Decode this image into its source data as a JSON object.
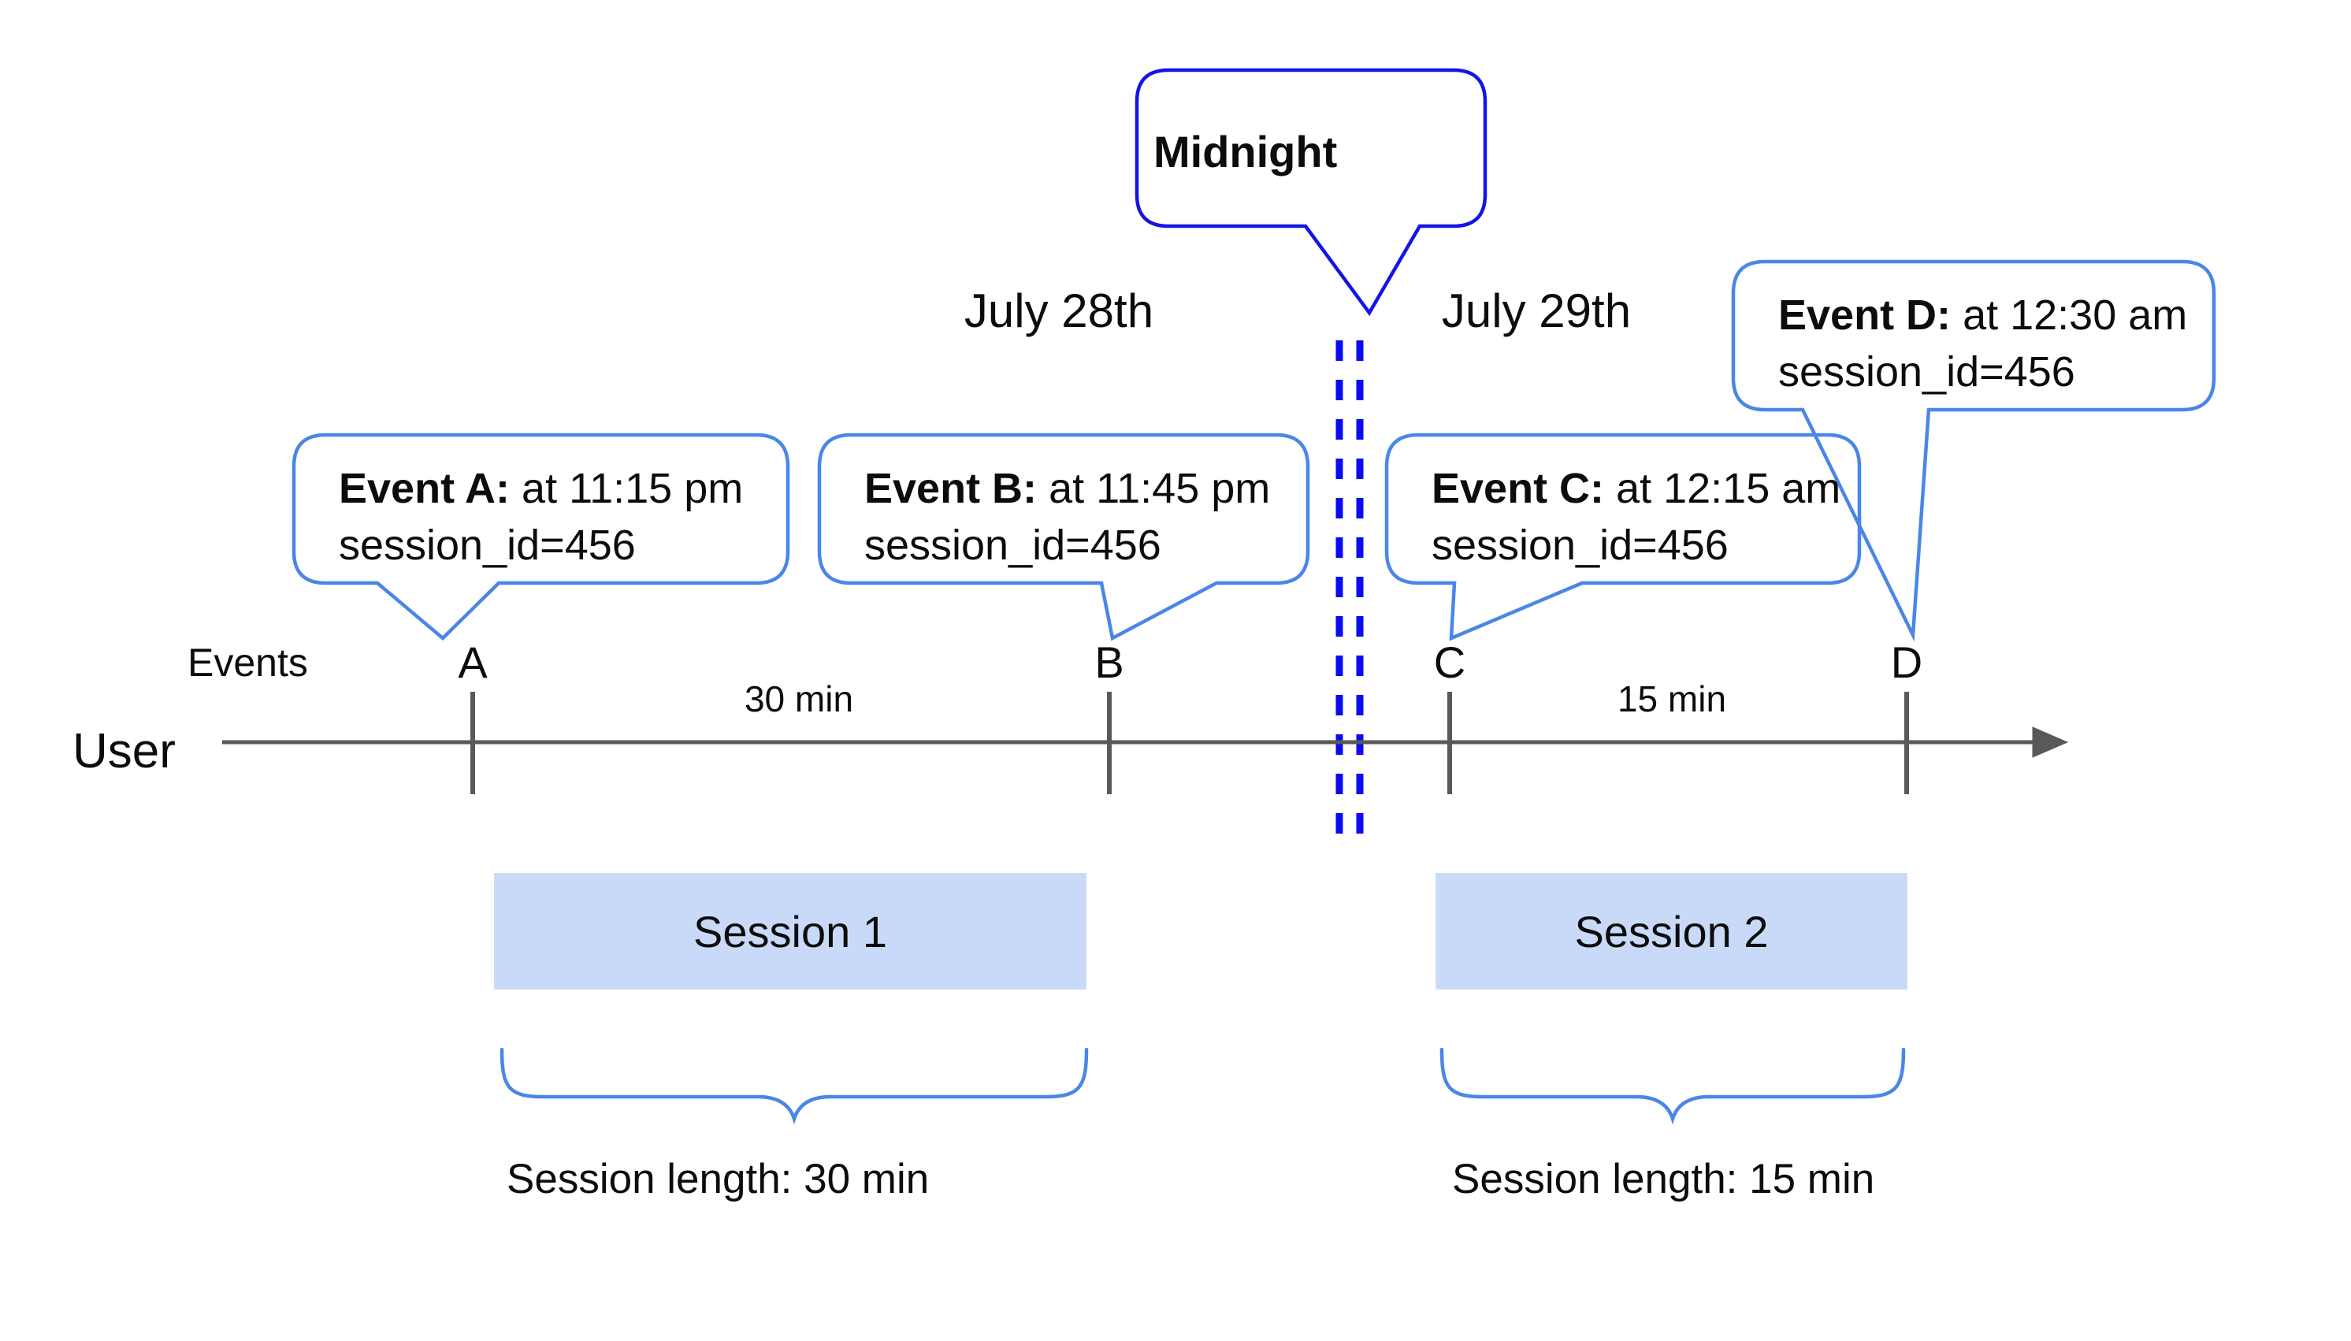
{
  "diagram": {
    "midnight_bubble_label": "Midnight",
    "dates": {
      "left": "July 28th",
      "right": "July 29th"
    },
    "axis": {
      "events_row_label": "Events",
      "user_label": "User"
    },
    "events": [
      {
        "letter": "A",
        "bold": "Event A:",
        "time": "at 11:15 pm",
        "session": "session_id=456"
      },
      {
        "letter": "B",
        "bold": "Event B:",
        "time": "at 11:45 pm",
        "session": "session_id=456"
      },
      {
        "letter": "C",
        "bold": "Event C:",
        "time": "at 12:15 am",
        "session": "session_id=456"
      },
      {
        "letter": "D",
        "bold": "Event D:",
        "time": "at 12:30 am",
        "session": "session_id=456"
      }
    ],
    "intervals": [
      {
        "label": "30 min"
      },
      {
        "label": "15 min"
      }
    ],
    "sessions": [
      {
        "name": "Session 1",
        "length_label": "Session length: 30 min"
      },
      {
        "name": "Session 2",
        "length_label": "Session length: 15 min"
      }
    ],
    "colors": {
      "event_bubble_border": "#4a86e8",
      "midnight_bubble_border": "#1414e8",
      "midnight_line": "#0b0bf2",
      "timeline": "#595959",
      "session_fill": "#c9daf8",
      "brace": "#4a86e8"
    }
  }
}
